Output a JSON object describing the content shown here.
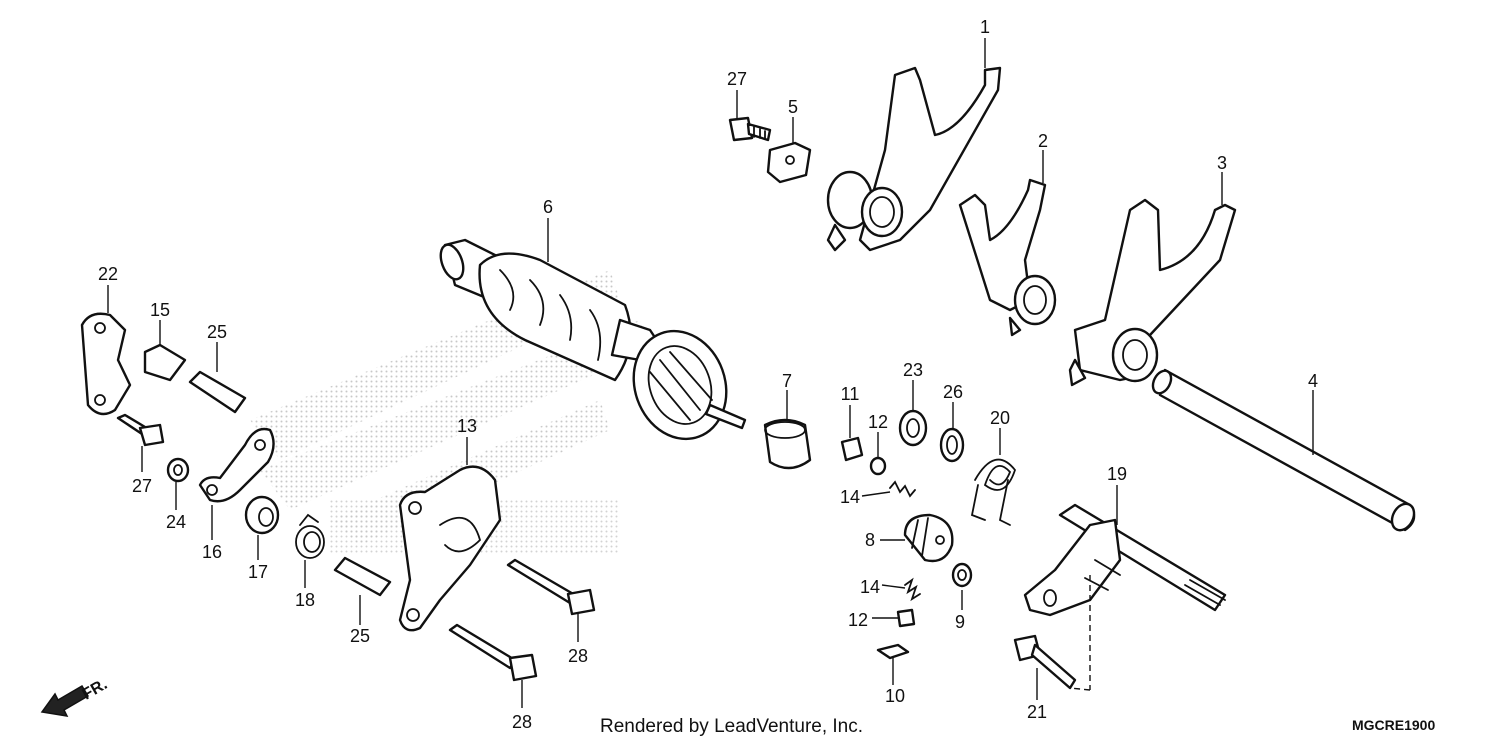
{
  "diagram": {
    "callouts": [
      "1",
      "2",
      "3",
      "4",
      "5",
      "6",
      "7",
      "8",
      "9",
      "10",
      "11",
      "12",
      "12",
      "13",
      "14",
      "14",
      "15",
      "16",
      "17",
      "18",
      "19",
      "20",
      "21",
      "22",
      "23",
      "24",
      "25",
      "25",
      "26",
      "27",
      "27",
      "28",
      "28"
    ],
    "direction_label": "FR.",
    "credit": "Rendered by LeadVenture, Inc.",
    "diagram_code": "MGCRE1900",
    "colors": {
      "ink": "#111111",
      "watermark": "#dcdcdc",
      "background": "#ffffff"
    }
  }
}
